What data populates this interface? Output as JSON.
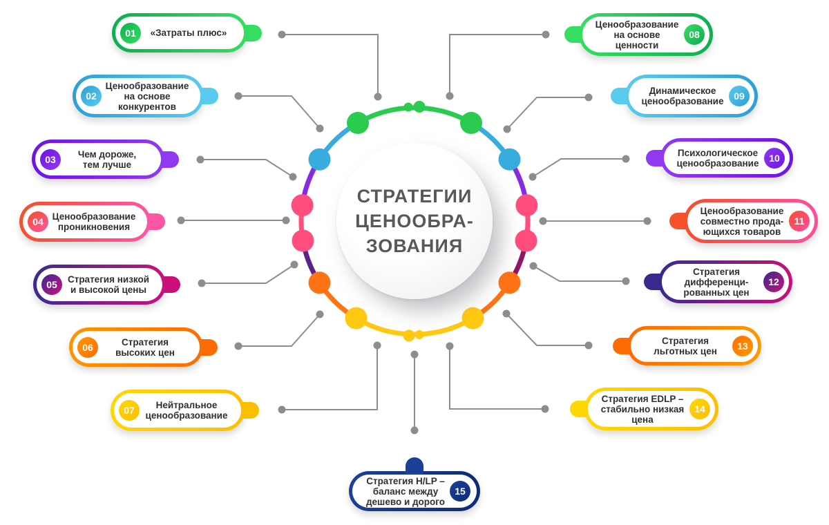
{
  "center": {
    "title": "СТРАТЕГИИ\nЦЕНООБРА-\nЗОВАНИЯ",
    "title_color": "#58585a"
  },
  "ring": {
    "green": "#2bcb50",
    "cyan": "#38abdf",
    "purple": "#882be0",
    "pink": "#ff4d7d",
    "dark_purple_left": "#5e2386",
    "dark_magenta_right": "#8f1566",
    "orange": "#ff7316",
    "yellow": "#ffc913",
    "connector": "#8d8d8d"
  },
  "items": [
    {
      "number": "01",
      "label": "«Затраты плюс»",
      "color_from": "#0fae4f",
      "color_to": "#35dd63"
    },
    {
      "number": "02",
      "label": "Ценообразование\nна основе\nконкурентов",
      "color_from": "#2e9fd6",
      "color_to": "#59cbee"
    },
    {
      "number": "03",
      "label": "Чем дороже,\nтем лучше",
      "color_from": "#6d14e3",
      "color_to": "#9139f1"
    },
    {
      "number": "04",
      "label": "Ценообразование\nпроникновения",
      "color_from": "#f4512c",
      "color_to": "#ff55a5"
    },
    {
      "number": "05",
      "label": "Стратегия низкой\nи высокой цены",
      "color_from": "#3b2a93",
      "color_to": "#cb107c"
    },
    {
      "number": "06",
      "label": "Стратегия\nвысоких цен",
      "color_from": "#ff9500",
      "color_to": "#fd6c02"
    },
    {
      "number": "07",
      "label": "Нейтральное\nценообразование",
      "color_from": "#ffd703",
      "color_to": "#fcbf00"
    },
    {
      "number": "08",
      "label": "Ценообразование\nна основе\nценности",
      "color_from": "#35dd63",
      "color_to": "#0fae4f"
    },
    {
      "number": "09",
      "label": "Динамическое\nценообразование",
      "color_from": "#59cbee",
      "color_to": "#2e9fd6"
    },
    {
      "number": "10",
      "label": "Психологическое\nценообразование",
      "color_from": "#9139f1",
      "color_to": "#6d14e3"
    },
    {
      "number": "11",
      "label": "Ценообразование\nсовместно прода-\nющихся товаров",
      "color_from": "#f4512c",
      "color_to": "#ff4d9e"
    },
    {
      "number": "12",
      "label": "Стратегия\nдифференци-\nрованных цен",
      "color_from": "#39298f",
      "color_to": "#c61179"
    },
    {
      "number": "13",
      "label": "Стратегия\nльготных цен",
      "color_from": "#fd6c02",
      "color_to": "#ff9800"
    },
    {
      "number": "14",
      "label": "Стратегия EDLP –\nстабильно низкая\nцена",
      "color_from": "#ffd703",
      "color_to": "#fcbf00"
    },
    {
      "number": "15",
      "label": "Стратегия H/LP –\nбаланс между\nдешево и дорого",
      "color_from": "#1c4098",
      "color_to": "#0e2d74"
    }
  ]
}
